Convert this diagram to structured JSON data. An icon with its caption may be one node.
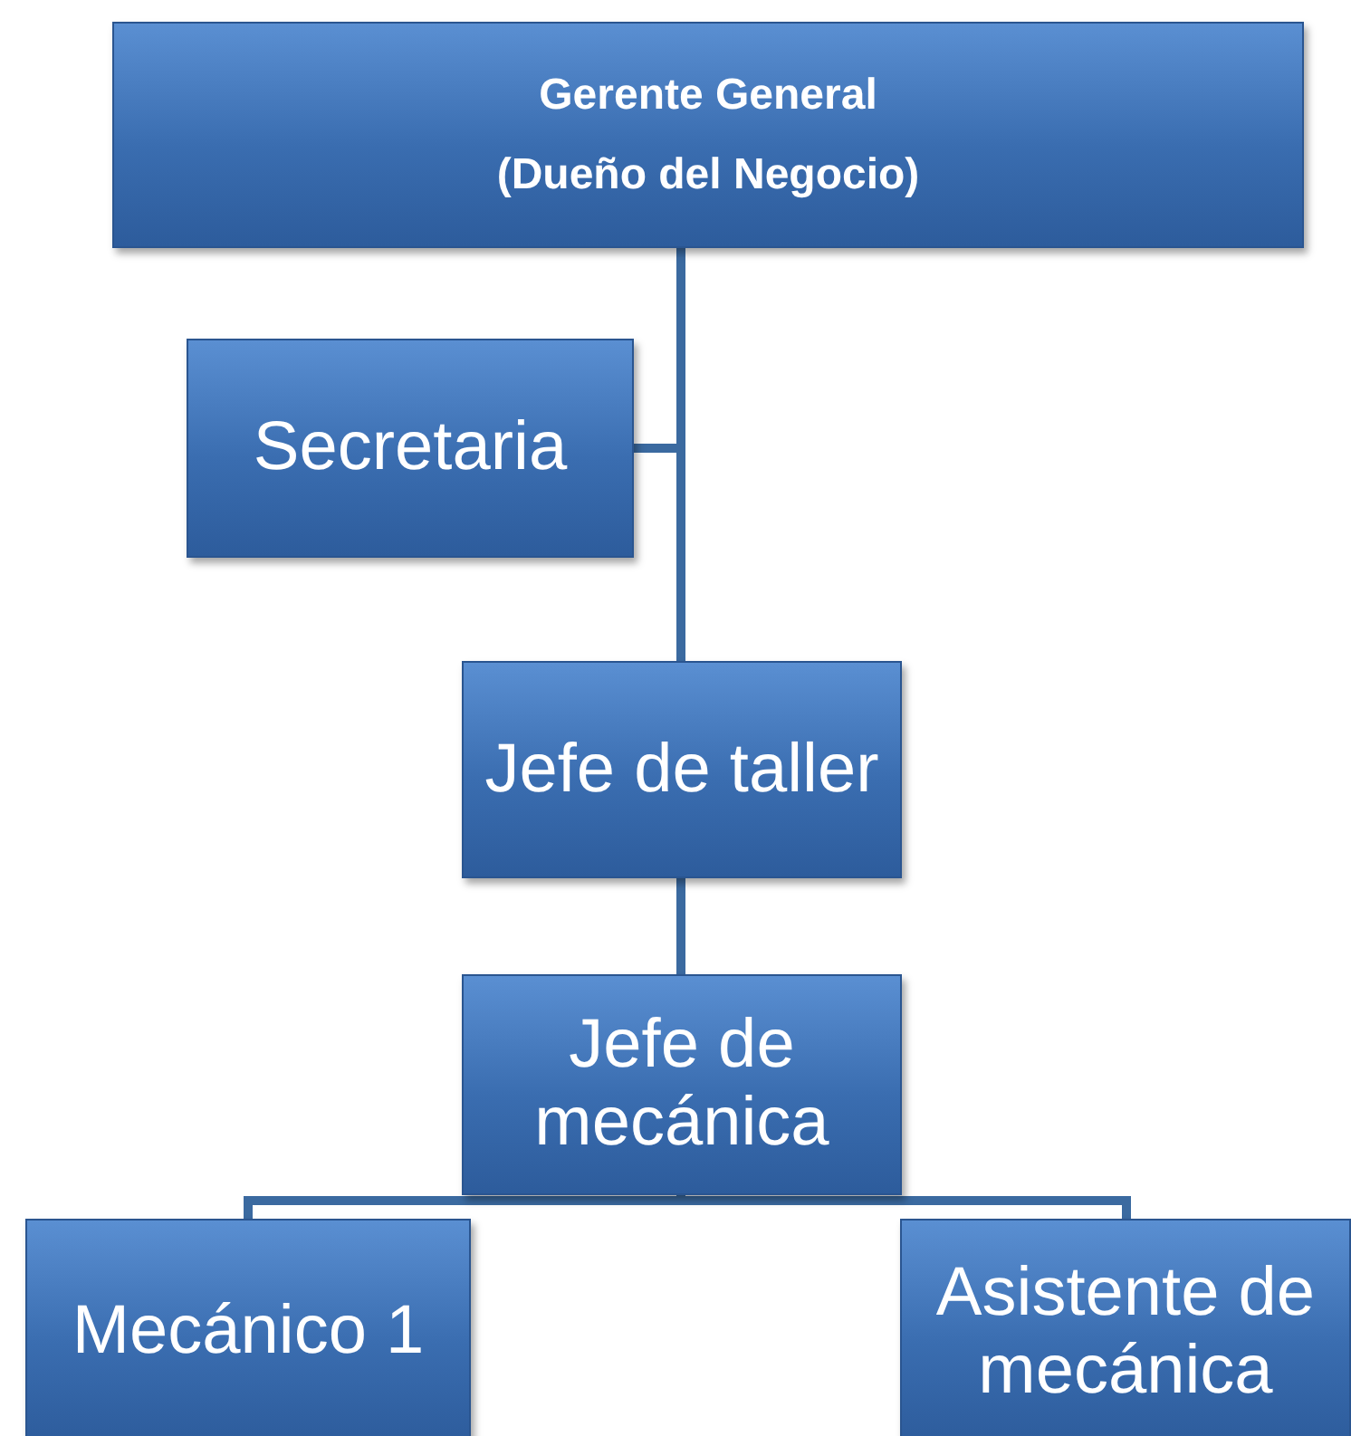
{
  "diagram": {
    "nodes": [
      {
        "text": [
          "Gerente General",
          "(Dueño del Negocio)"
        ]
      },
      {
        "text": [
          "Secretaria"
        ]
      },
      {
        "text": [
          "Jefe de taller"
        ]
      },
      {
        "text": [
          "Jefe de mecánica"
        ]
      },
      {
        "text": [
          "Mecánico 1"
        ]
      },
      {
        "text": [
          "Asistente de mecánica"
        ]
      }
    ],
    "edges": [
      {
        "from": 0,
        "to": 1,
        "arrow": "none"
      },
      {
        "from": 0,
        "to": 2,
        "arrow": "none"
      },
      {
        "from": 2,
        "to": 3,
        "arrow": "none"
      },
      {
        "from": 3,
        "to": 4,
        "arrow": "none"
      },
      {
        "from": 3,
        "to": 5,
        "arrow": "none"
      }
    ]
  }
}
